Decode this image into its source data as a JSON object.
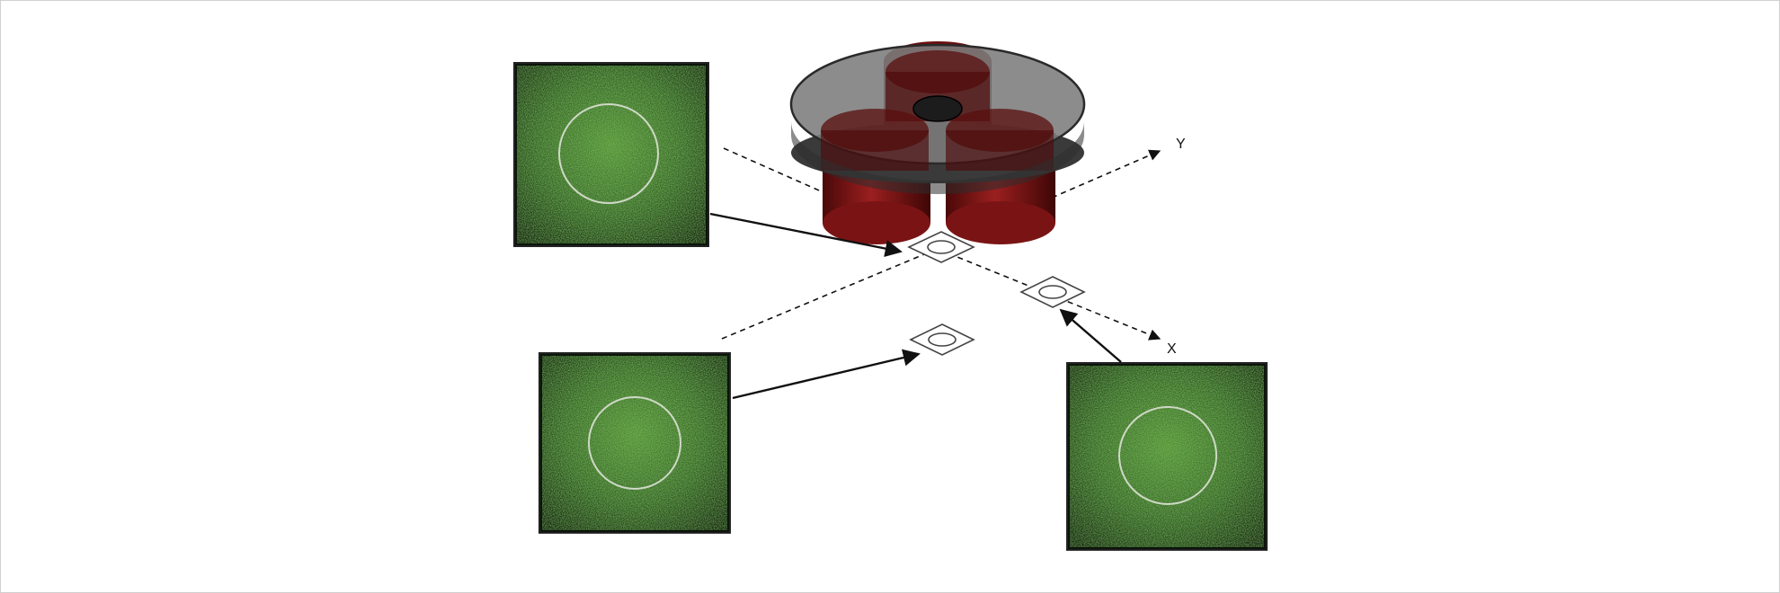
{
  "axes": {
    "x_label": "X",
    "y_label": "Y"
  },
  "colors": {
    "coil": "#5e0f0f",
    "coil_light": "#8a1c1c",
    "plate": "#6e6e6e",
    "sample_green": "#3f7a2a",
    "sample_dark": "#0c1a0a",
    "line": "#111111"
  },
  "samples": [
    {
      "name": "sample-top-left"
    },
    {
      "name": "sample-bottom-left"
    },
    {
      "name": "sample-bottom-right"
    }
  ]
}
